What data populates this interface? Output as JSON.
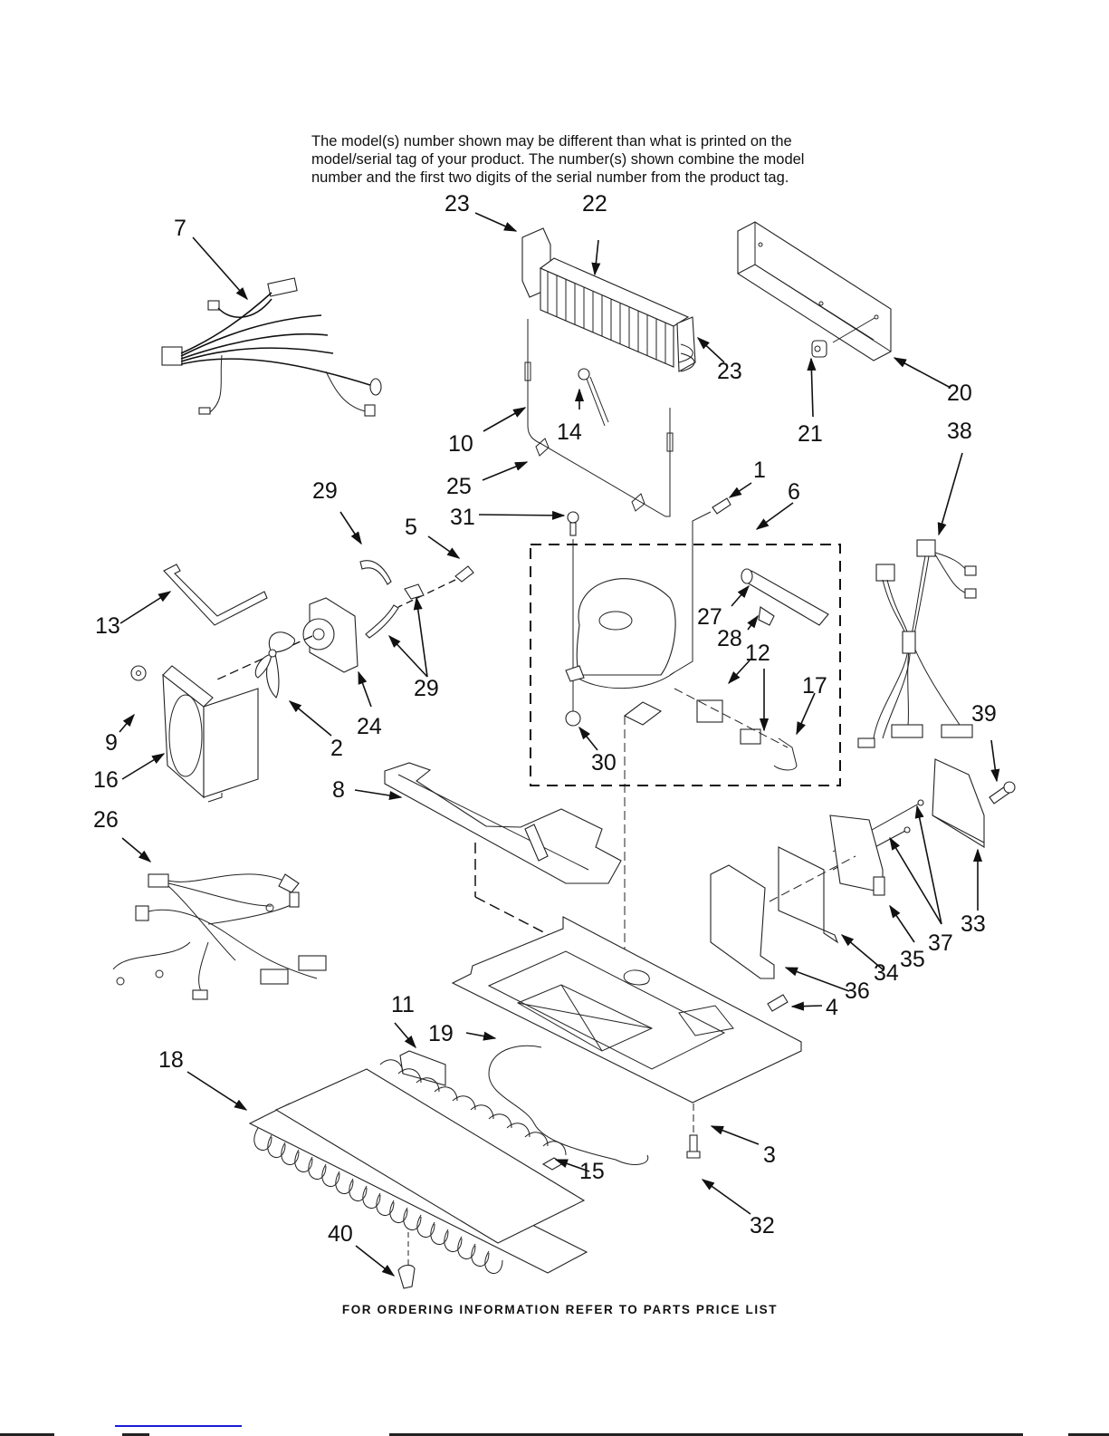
{
  "document": {
    "disclaimer_lines": [
      "The model(s) number shown may be different than what is printed on the",
      "model/serial tag of your product. The number(s) shown combine the model",
      "number and the first two digits of the serial number from the product tag."
    ],
    "footer_note": "FOR ORDERING INFORMATION REFER TO PARTS PRICE LIST"
  },
  "diagram": {
    "type": "exploded-parts-diagram",
    "callouts": {
      "c1": "1",
      "c2": "2",
      "c3": "3",
      "c4": "4",
      "c5": "5",
      "c6": "6",
      "c7": "7",
      "c8": "8",
      "c9": "9",
      "c10": "10",
      "c11": "11",
      "c12": "12",
      "c13": "13",
      "c14": "14",
      "c15": "15",
      "c16": "16",
      "c17": "17",
      "c18": "18",
      "c19": "19",
      "c20": "20",
      "c21": "21",
      "c22": "22",
      "c23a": "23",
      "c23b": "23",
      "c24": "24",
      "c25": "25",
      "c26": "26",
      "c27": "27",
      "c28": "28",
      "c29a": "29",
      "c29b": "29",
      "c30": "30",
      "c31": "31",
      "c32": "32",
      "c33": "33",
      "c34": "34",
      "c35": "35",
      "c36": "36",
      "c37": "37",
      "c38": "38",
      "c39": "39",
      "c40": "40"
    },
    "parts": [
      {
        "id": "7",
        "name": "wiring-harness-upper-left"
      },
      {
        "id": "22",
        "name": "condenser"
      },
      {
        "id": "23",
        "name": "condenser-bracket"
      },
      {
        "id": "10",
        "name": "tube"
      },
      {
        "id": "14",
        "name": "sensor"
      },
      {
        "id": "25",
        "name": "clip"
      },
      {
        "id": "20",
        "name": "cover"
      },
      {
        "id": "21",
        "name": "grommet"
      },
      {
        "id": "38",
        "name": "wiring-harness-right"
      },
      {
        "id": "1",
        "name": "screw"
      },
      {
        "id": "6",
        "name": "compressor-kit"
      },
      {
        "id": "27",
        "name": "drier"
      },
      {
        "id": "28",
        "name": "drier-bracket"
      },
      {
        "id": "12",
        "name": "relay-overload"
      },
      {
        "id": "17",
        "name": "clip-wire"
      },
      {
        "id": "30",
        "name": "grommet"
      },
      {
        "id": "31",
        "name": "screw"
      },
      {
        "id": "5",
        "name": "screw"
      },
      {
        "id": "29",
        "name": "motor-bracket"
      },
      {
        "id": "24",
        "name": "fan-motor"
      },
      {
        "id": "2",
        "name": "fan-blade"
      },
      {
        "id": "13",
        "name": "seal"
      },
      {
        "id": "9",
        "name": "grommet"
      },
      {
        "id": "16",
        "name": "fan-shroud"
      },
      {
        "id": "8",
        "name": "drain-pan"
      },
      {
        "id": "26",
        "name": "wiring-harness-lower-left"
      },
      {
        "id": "39",
        "name": "screw"
      },
      {
        "id": "33",
        "name": "bracket"
      },
      {
        "id": "37",
        "name": "screw-long"
      },
      {
        "id": "35",
        "name": "terminal-block"
      },
      {
        "id": "34",
        "name": "control-board"
      },
      {
        "id": "36",
        "name": "control-housing"
      },
      {
        "id": "4",
        "name": "screw"
      },
      {
        "id": "3",
        "name": "base-pan"
      },
      {
        "id": "32",
        "name": "screw"
      },
      {
        "id": "11",
        "name": "foam-block"
      },
      {
        "id": "19",
        "name": "tube"
      },
      {
        "id": "18",
        "name": "evaporator-coil"
      },
      {
        "id": "15",
        "name": "sleeve"
      },
      {
        "id": "40",
        "name": "clip"
      }
    ]
  }
}
